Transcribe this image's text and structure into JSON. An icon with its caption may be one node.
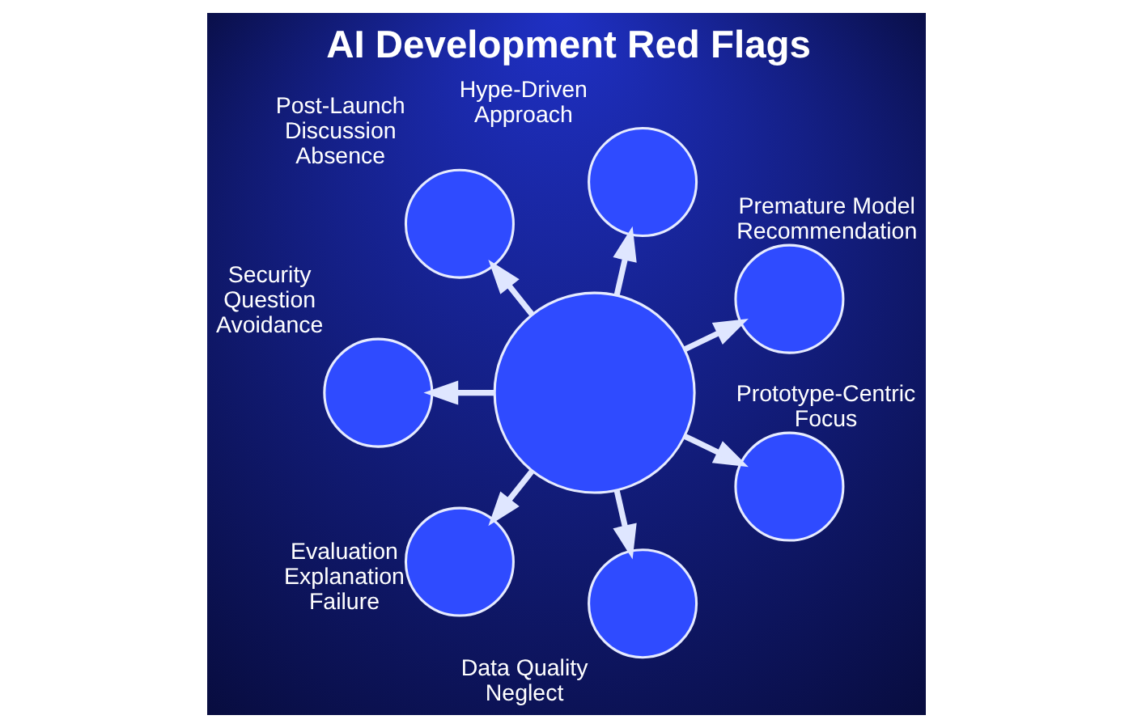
{
  "diagram": {
    "title": "AI Development Red Flags",
    "nodes": [
      {
        "text": [],
        "shape": "circle",
        "beside": [
          "Post-Launch Discussion Absence"
        ]
      },
      {
        "text": [],
        "shape": "circle",
        "beside": [
          "Hype-Driven Approach"
        ]
      },
      {
        "text": [],
        "shape": "circle",
        "beside": [
          "Security Question Avoidance"
        ]
      },
      {
        "text": [],
        "shape": "circle"
      },
      {
        "text": [],
        "shape": "circle",
        "beside": [
          "Premature Model Recommendation"
        ]
      },
      {
        "text": [],
        "shape": "circle",
        "beside": [
          "Evaluation Explanation Failure"
        ]
      },
      {
        "text": [],
        "shape": "circle",
        "beside": [
          "Prototype-Centric Focus"
        ]
      },
      {
        "text": [],
        "shape": "circle",
        "beside": [
          "Data Quality Neglect"
        ]
      }
    ],
    "edges": [
      {
        "from": 3,
        "to": 4,
        "arrow": "to"
      },
      {
        "from": 3,
        "to": 1,
        "arrow": "to"
      },
      {
        "from": 3,
        "to": 0,
        "arrow": "to"
      },
      {
        "from": 3,
        "to": 2,
        "arrow": "to"
      },
      {
        "from": 3,
        "to": 5,
        "arrow": "to"
      },
      {
        "from": 3,
        "to": 7,
        "arrow": "to"
      },
      {
        "from": 3,
        "to": 6,
        "arrow": "to"
      }
    ]
  }
}
